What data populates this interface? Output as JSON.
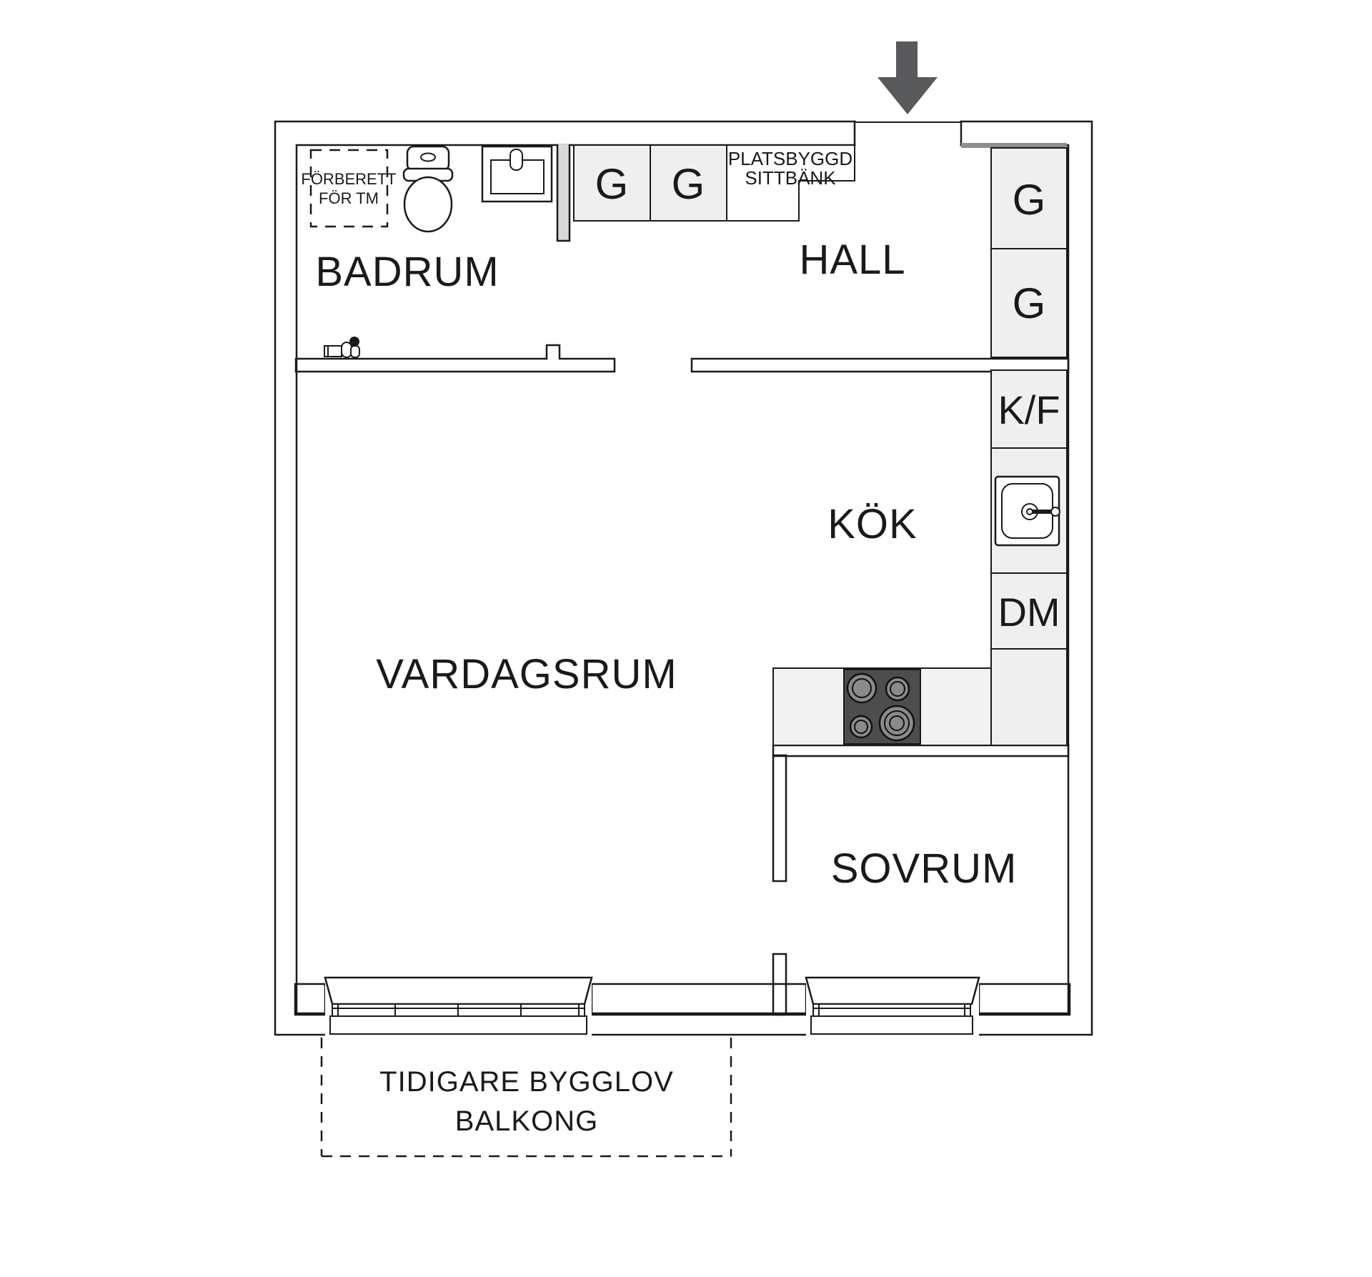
{
  "plan_title": "apartment-floor-plan",
  "colors": {
    "background": "#ffffff",
    "wall": "#d8d8d8",
    "cabinet": "#efefef",
    "counter": "#f2f2f2",
    "stove": "#4d4d4d",
    "burner": "#8a8a8a",
    "arrow": "#58595b",
    "slider_rail": "#8f8f8f",
    "line": "#1a1a1a"
  },
  "rooms": {
    "badrum": "BADRUM",
    "hall": "HALL",
    "kok": "KÖK",
    "vardagsrum": "VARDAGSRUM",
    "sovrum": "SOVRUM"
  },
  "closets": {
    "hall": [
      "G",
      "G"
    ],
    "entry": [
      "G",
      "G"
    ]
  },
  "appliances": {
    "fridge_freezer": "K/F",
    "dishwasher": "DM"
  },
  "notes": {
    "washing_machine": [
      "FÖRBERETT",
      "FÖR TM"
    ],
    "bench": [
      "PLATSBYGGD",
      "SITTBÄNK"
    ],
    "balcony": [
      "TIDIGARE BYGGLOV",
      "BALKONG"
    ]
  }
}
